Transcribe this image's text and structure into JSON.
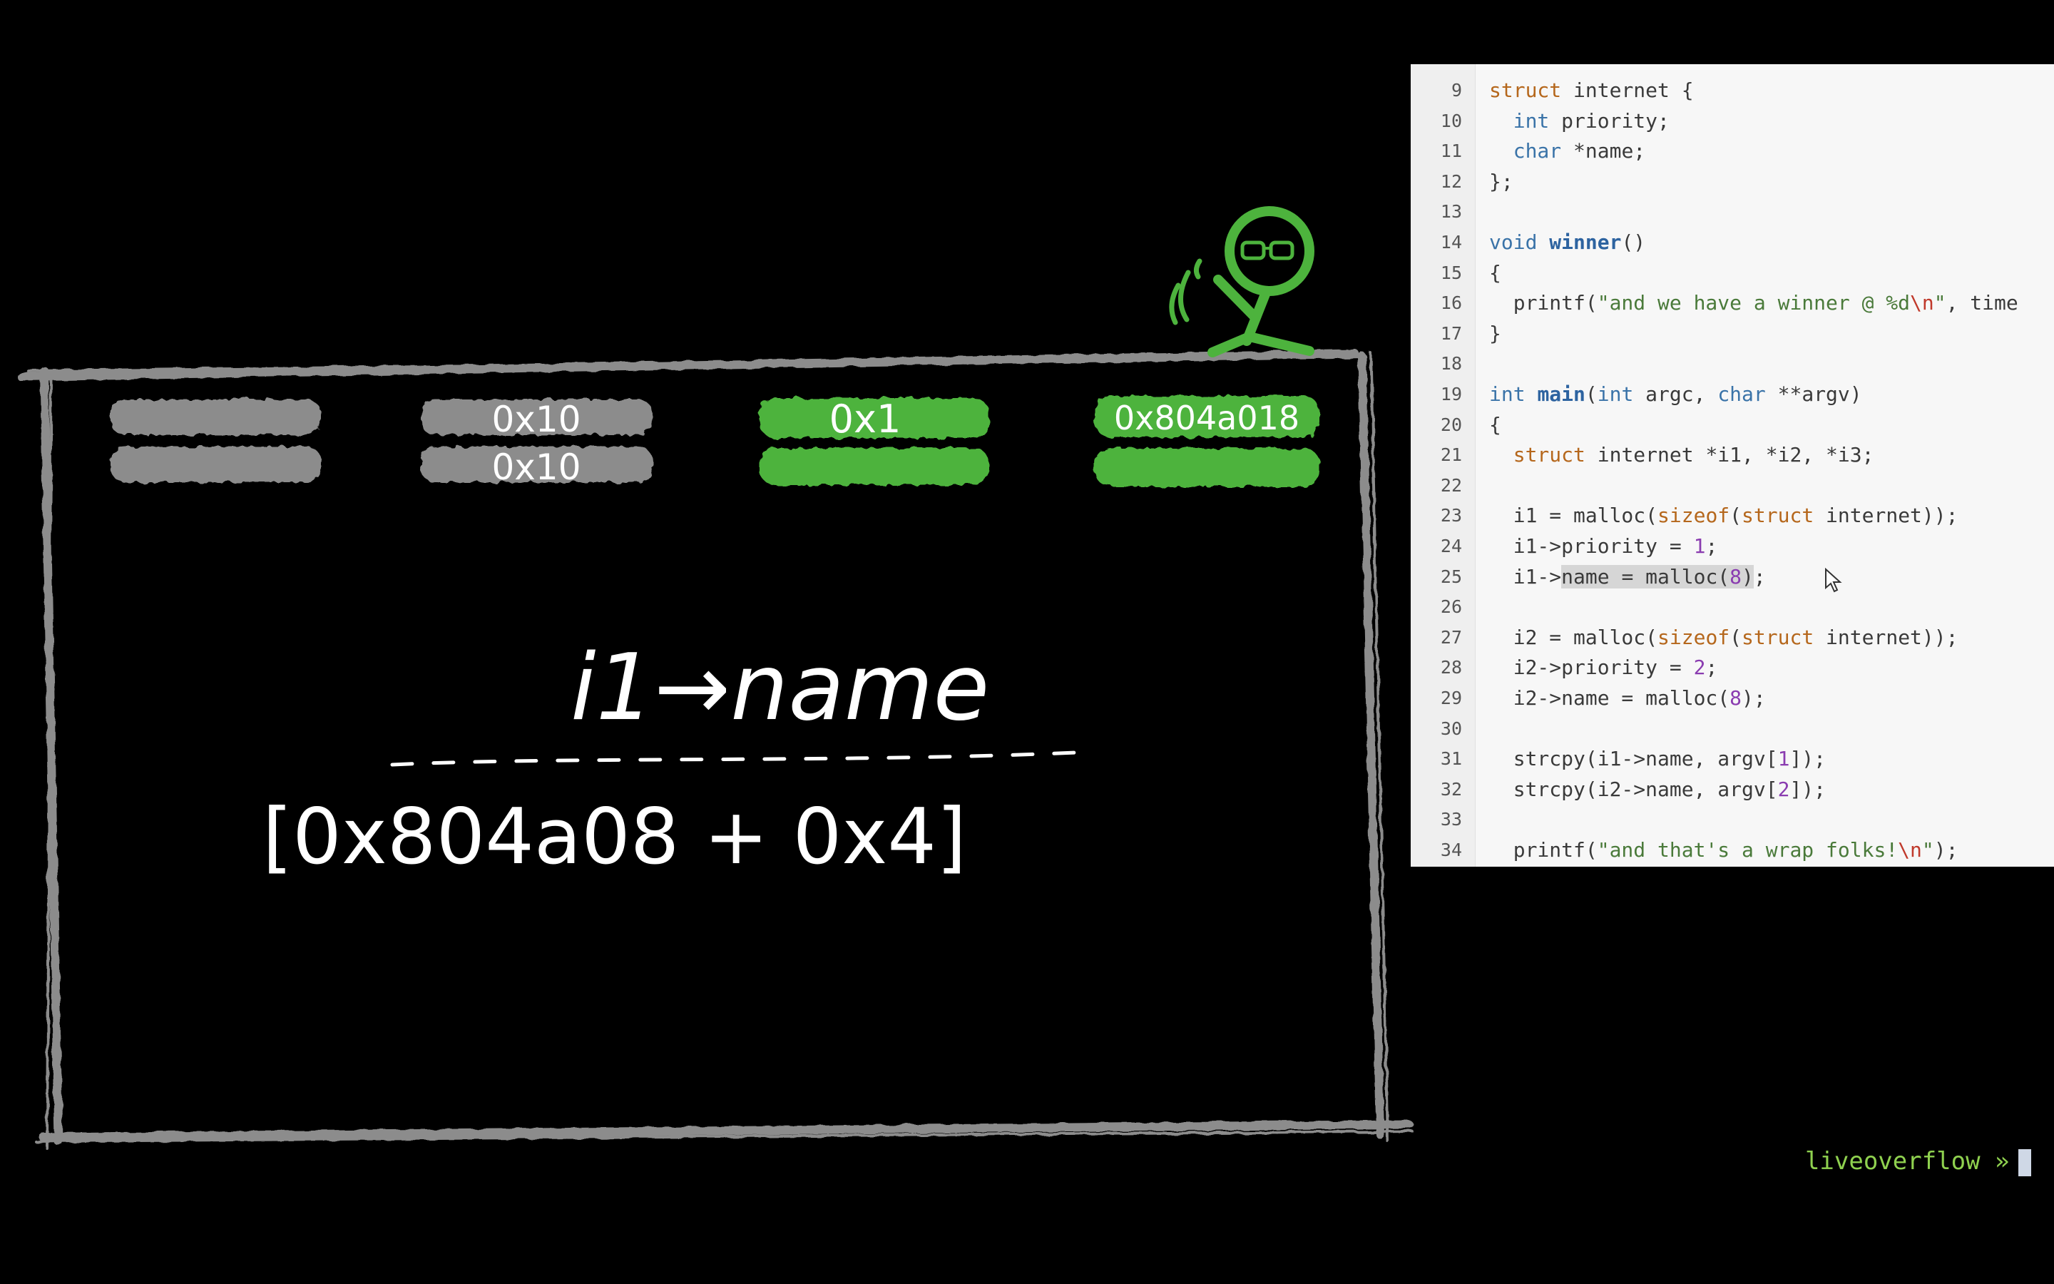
{
  "diagram": {
    "chunks": [
      {
        "top": "",
        "bottom": "",
        "state": "freed"
      },
      {
        "top": "0x10",
        "bottom": "0x10",
        "state": "freed"
      },
      {
        "top": "0x1",
        "bottom": "",
        "state": "active"
      },
      {
        "top": "0x804a018",
        "bottom": "",
        "state": "active"
      }
    ],
    "label": "i1→name",
    "expression": "[0x804a08 + 0x4]",
    "colors": {
      "active": "#4db33d",
      "freed": "#8c8c8c",
      "frame": "#8c8c8c",
      "ink": "#ffffff"
    }
  },
  "mascot": {
    "icon": "waving-stick-figure-with-glasses-icon",
    "color": "#4db33d"
  },
  "editor": {
    "highlighted_line": 25,
    "lines": [
      {
        "n": "9",
        "text": "struct internet {"
      },
      {
        "n": "10",
        "text": "  int priority;"
      },
      {
        "n": "11",
        "text": "  char *name;"
      },
      {
        "n": "12",
        "text": "};"
      },
      {
        "n": "13",
        "text": ""
      },
      {
        "n": "14",
        "text": "void winner()"
      },
      {
        "n": "15",
        "text": "{"
      },
      {
        "n": "16",
        "text": "  printf(\"and we have a winner @ %d\\n\", time"
      },
      {
        "n": "17",
        "text": "}"
      },
      {
        "n": "18",
        "text": ""
      },
      {
        "n": "19",
        "text": "int main(int argc, char **argv)"
      },
      {
        "n": "20",
        "text": "{"
      },
      {
        "n": "21",
        "text": "  struct internet *i1, *i2, *i3;"
      },
      {
        "n": "22",
        "text": ""
      },
      {
        "n": "23",
        "text": "  i1 = malloc(sizeof(struct internet));"
      },
      {
        "n": "24",
        "text": "  i1->priority = 1;"
      },
      {
        "n": "25",
        "text": "  i1->name = malloc(8);"
      },
      {
        "n": "26",
        "text": ""
      },
      {
        "n": "27",
        "text": "  i2 = malloc(sizeof(struct internet));"
      },
      {
        "n": "28",
        "text": "  i2->priority = 2;"
      },
      {
        "n": "29",
        "text": "  i2->name = malloc(8);"
      },
      {
        "n": "30",
        "text": ""
      },
      {
        "n": "31",
        "text": "  strcpy(i1->name, argv[1]);"
      },
      {
        "n": "32",
        "text": "  strcpy(i2->name, argv[2]);"
      },
      {
        "n": "33",
        "text": ""
      },
      {
        "n": "34",
        "text": "  printf(\"and that's a wrap folks!\\n\");"
      }
    ]
  },
  "terminal": {
    "prompt": "liveoverflow »",
    "cursor": "block-cursor"
  }
}
